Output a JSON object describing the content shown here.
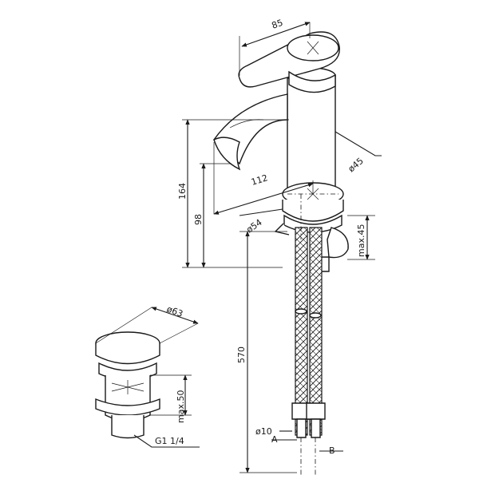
{
  "drawing": {
    "dimensions": {
      "handle_width": "85",
      "spout_reach": "112",
      "base_diameter": "ø45",
      "flange_diameter": "ø54",
      "total_height": "164",
      "spout_height": "98",
      "hose_length": "570",
      "hose_diameter": "ø10",
      "deck_thickness": "max.45",
      "drain_diameter": "ø63",
      "drain_depth": "max.50",
      "drain_thread": "G1 1/4"
    },
    "connection_labels": {
      "a": "A",
      "b": "B"
    }
  }
}
